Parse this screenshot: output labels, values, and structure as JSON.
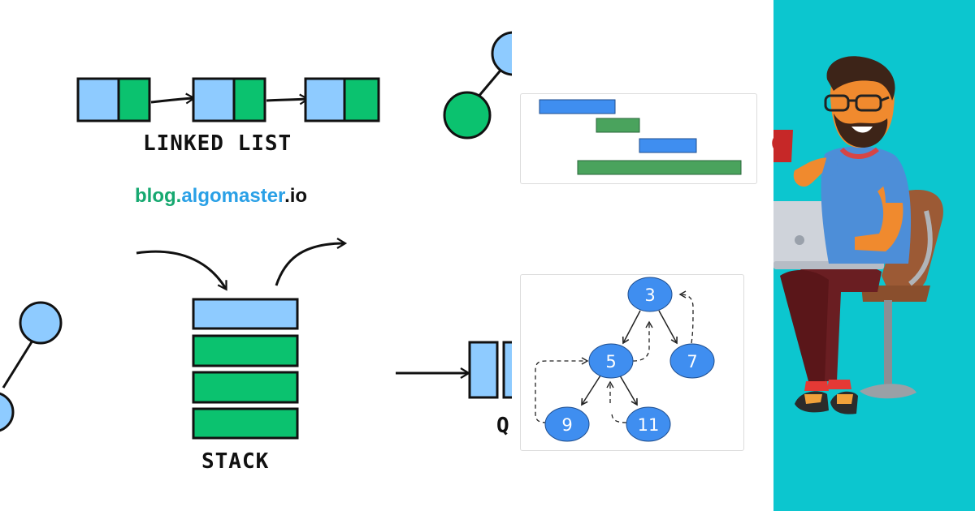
{
  "labels": {
    "linked_list": "LINKED LIST",
    "stack": "STACK",
    "queue_partial": "Q"
  },
  "brand": {
    "part1": "blog.",
    "part2": "algomaster",
    "part3": ".io"
  },
  "tree": {
    "nodes": [
      "3",
      "5",
      "7",
      "9",
      "11"
    ]
  },
  "colors": {
    "light_blue": "#8ecbff",
    "green": "#0bc26f",
    "bar_blue": "#3f8ef0",
    "bar_green": "#4aa35d",
    "node_blue": "#3f8ef0",
    "teal": "#0cc6cf",
    "brand_green": "#16a870",
    "brand_blue": "#2aa0e6"
  }
}
